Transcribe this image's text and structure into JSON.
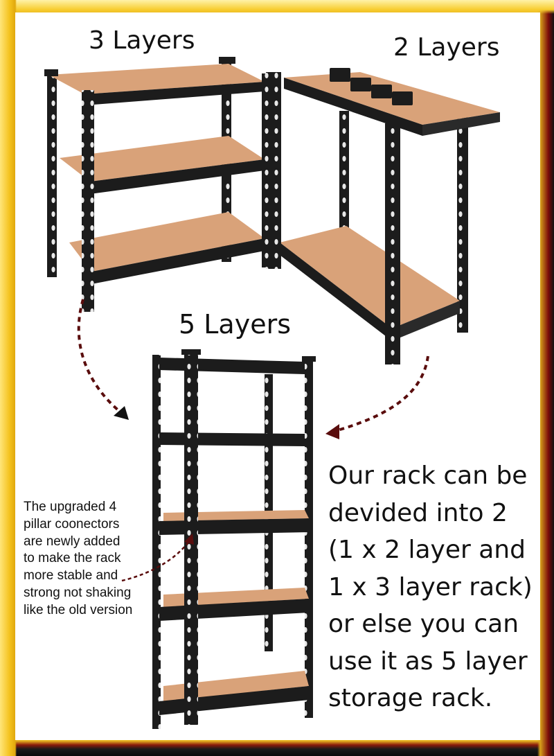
{
  "labels": {
    "three_layers": "3 Layers",
    "two_layers": "2 Layers",
    "five_layers": "5 Layers"
  },
  "connector_note": {
    "lines": [
      "The upgraded 4",
      "pillar coonectors",
      "are newly added",
      "to make the rack",
      "more stable and",
      "strong not shaking",
      "like the old version"
    ]
  },
  "description": {
    "lines": [
      "Our rack can be",
      "devided into 2",
      "(1 x 2 layer and",
      "1 x 3 layer rack)",
      "or else you can",
      "use it as 5 layer",
      "storage rack."
    ]
  },
  "colors": {
    "frame": "#e9b822",
    "frame_dark": "#7a0a0a",
    "shelf_board": "#d9a279",
    "metal": "#1c1c1c",
    "arrow": "#5a0d0d"
  }
}
